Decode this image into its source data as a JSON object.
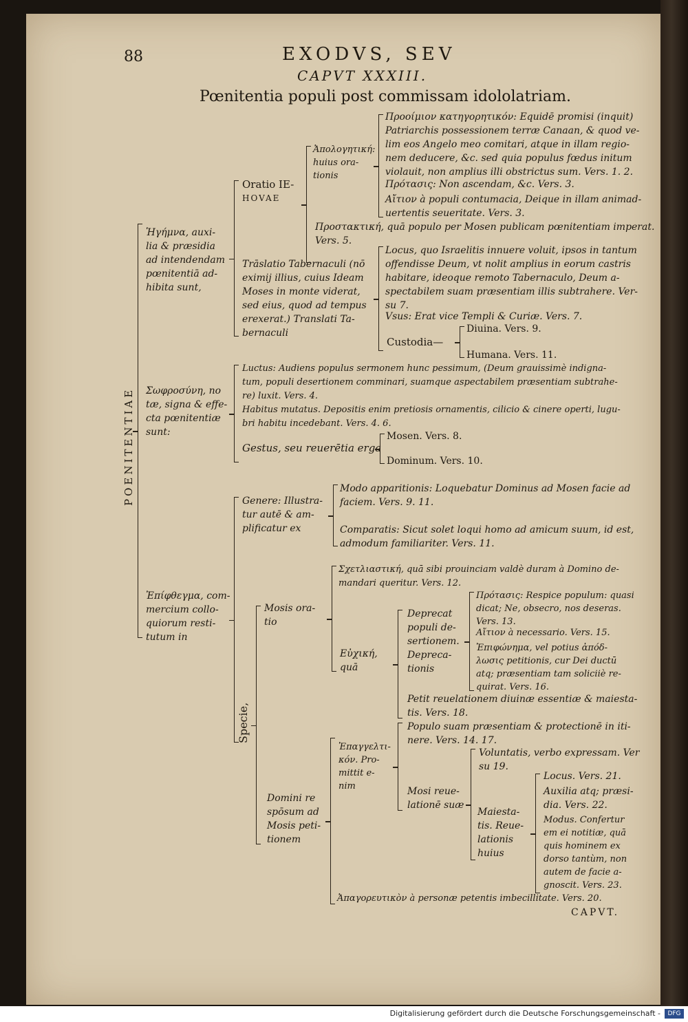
{
  "header": {
    "page_number": "88",
    "running_title": "EXODVS, SEV",
    "chapter": "CAPVT XXXIII.",
    "subtitle": "Pœnitentia populi post commissam idololatriam."
  },
  "side_label": "POENITENTIAE",
  "sections": {
    "s1": {
      "label": [
        "Ἡγήμνα, auxi-",
        "lia & præsidia",
        "ad intendendam",
        "pœnitentiā ad-",
        "hibita sunt,"
      ],
      "oratio": [
        "Oratio IE-",
        "HOVAE"
      ],
      "apologetike": [
        "Ἀπολογητική:",
        "huius ora-",
        "tionis"
      ],
      "prooimion": [
        "Προοίμιον κατηγορητικόν: Equidē promisi (inquit)",
        "Patriarchis possessionem terræ Canaan, & quod ve-",
        "lim eos Angelo meo comitari, atque in illam regio-",
        "nem deducere, &c. sed quia populus fœdus initum",
        "violauit, non amplius illi obstrictus sum. Vers. 1. 2."
      ],
      "protasis": "Πρότασις: Non ascendam, &c. Vers. 3.",
      "aition": [
        "Αἴτιον à populi contumacia, Deique in illam animad-",
        "uertentis seueritate. Vers. 3."
      ],
      "prostaktike": [
        "Προστακτική, quā populo per Mosen publicam pœnitentiam imperat.",
        "Vers. 5."
      ],
      "translatio": [
        "Trāslatio Tabernaculi (nō",
        "eximij illius, cuius Ideam",
        "Moses in monte viderat,",
        "sed eius, quod ad tempus",
        "erexerat.) Translati Ta-",
        "bernaculi"
      ],
      "locus": [
        "Locus, quo Israelitis innuere voluit, ipsos in tantum",
        "offendisse Deum, vt nolit amplius in eorum castris",
        "habitare, ideoque remoto Tabernaculo, Deum a-",
        "spectabilem suam præsentiam illis subtrahere. Ver-",
        "su 7."
      ],
      "usus": "Vsus: Erat vice Templi & Curiæ. Vers. 7.",
      "custodia": "Custodia—",
      "diuina": "Diuina. Vers. 9.",
      "humana": "Humana. Vers. 11."
    },
    "s2": {
      "label": [
        "Σωφροσύνη, no",
        "tæ, signa & effe-",
        "cta pœnitentiæ",
        "sunt:"
      ],
      "luctus": [
        "Luctus: Audiens populus sermonem hunc pessimum, (Deum grauissimè indigna-",
        "tum, populi desertionem comminari, suamque aspectabilem præsentiam subtrahe-",
        "re) luxit. Vers. 4."
      ],
      "habitus": [
        "Habitus mutatus. Depositis enim pretiosis ornamentis, cilicio & cinere operti, lugu-",
        "bri habitu incedebant. Vers. 4. 6."
      ],
      "gestus": "Gestus, seu reuerētia erga",
      "mosen": "Mosen. Vers. 8.",
      "dominum": "Dominum. Vers. 10."
    },
    "s3": {
      "label": [
        "Ἐπίφθεγμα, com-",
        "mercium collo-",
        "quiorum resti-",
        "tutum in"
      ],
      "genere": [
        "Genere: Illustra-",
        "tur autē & am-",
        "plificatur ex"
      ],
      "modo": [
        "Modo apparitionis: Loquebatur Dominus ad Mosen facie ad",
        "faciem. Vers. 9. 11."
      ],
      "comparatis": [
        "Comparatis: Sicut solet loqui homo ad amicum suum, id est,",
        "admodum familiariter. Vers. 11."
      ],
      "specie": "Specie,",
      "mosis_oratio": [
        "Mosis ora-",
        "tio"
      ],
      "schetliastike": [
        "Σχετλιαστική, quā sibi prouinciam valdè duram à Domino de-",
        "mandari queritur. Vers. 12."
      ],
      "euchike": [
        "Εὐχική,",
        "quā"
      ],
      "deprecat": [
        "Deprecat",
        "populi de-",
        "sertionem.",
        "Depreca-",
        "tionis"
      ],
      "protasis2": [
        "Πρότασις: Respice populum: quasi",
        "dicat; Ne, obsecro, nos deseras.",
        "Vers. 13."
      ],
      "aition2": "Αἴτιον à necessario. Vers. 15.",
      "epiphonema": [
        "Ἐπιφώνημα, vel potius ἀπόδ-",
        "λωσις petitionis, cur Dei ductū",
        "atq; præsentiam tam soliciiè re-",
        "quirat. Vers. 16."
      ],
      "petit": [
        "Petit reuelationem diuinæ essentiæ & maiesta-",
        "tis. Vers. 18."
      ],
      "domini": [
        "Domini re",
        "spōsum ad",
        "Mosis peti-",
        "tionem"
      ],
      "epangeltikon": [
        "Ἐπαγγελτι-",
        "κόν. Pro-",
        "mittit e-",
        "nim"
      ],
      "populo": [
        "Populo suam præsentiam & protectionē in iti-",
        "nere. Vers. 14. 17."
      ],
      "mosi": [
        "Mosi reue-",
        "lationē suæ"
      ],
      "voluntatis": [
        "Voluntatis, verbo expressam. Ver",
        "su 19."
      ],
      "maiestatis": [
        "Maiesta-",
        "tis. Reue-",
        "lationis",
        "huius"
      ],
      "locus2": "Locus. Vers. 21.",
      "auxilia": [
        "Auxilia atq; præsi-",
        "dia. Vers. 22."
      ],
      "modus": [
        "Modus. Confertur",
        "em ei notitiæ, quā",
        "quis hominem ex",
        "dorso tantùm, non",
        "autem de facie a-",
        "gnoscit. Vers. 23."
      ],
      "apagoreutikon": "Ἀπαγορευτικὸν à personæ petentis imbecillitate. Vers. 20."
    }
  },
  "catchword": "CAPVT.",
  "footer": {
    "text": "Digitalisierung gefördert durch die Deutsche Forschungsgemeinschaft -",
    "logo": "DFG"
  }
}
